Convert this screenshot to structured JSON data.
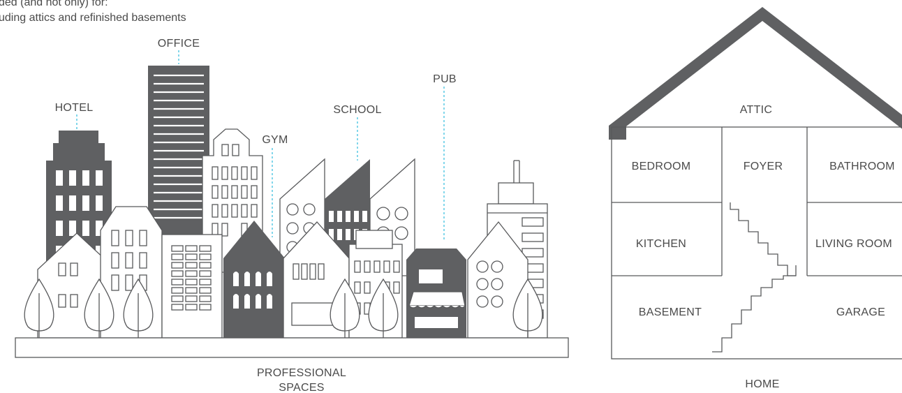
{
  "intro": {
    "line1": "ded (and not only) for:",
    "line2": "uding attics and refinished basements"
  },
  "city": {
    "labels": {
      "office": "OFFICE",
      "hotel": "HOTEL",
      "gym": "GYM",
      "school": "SCHOOL",
      "pub": "PUB"
    },
    "caption_line1": "PROFESSIONAL",
    "caption_line2": "SPACES"
  },
  "home": {
    "rooms": {
      "attic": "ATTIC",
      "bedroom": "BEDROOM",
      "foyer": "FOYER",
      "bathroom": "BATHROOM",
      "kitchen": "KITCHEN",
      "living_room": "LIVING ROOM",
      "basement": "BASEMENT",
      "garage": "GARAGE"
    },
    "caption": "HOME"
  },
  "colors": {
    "dark": "#5f6062",
    "line": "#58595b",
    "leader": "#3ec1e0",
    "text": "#4a4a4a"
  }
}
